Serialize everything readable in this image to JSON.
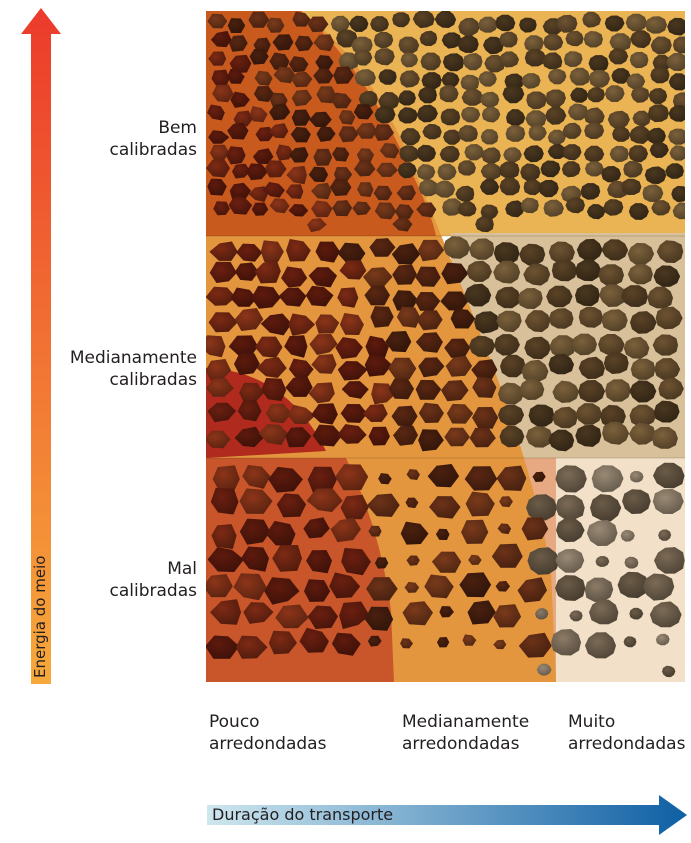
{
  "axes": {
    "vertical_label": "Energia do meio",
    "horizontal_label": "Duração do transporte"
  },
  "rows": [
    {
      "line1": "Bem",
      "line2": "calibradas"
    },
    {
      "line1": "Medianamente",
      "line2": "calibradas"
    },
    {
      "line1": "Mal",
      "line2": "calibradas"
    }
  ],
  "columns": [
    {
      "line1": "Pouco",
      "line2": "arredondadas"
    },
    {
      "line1": "Medianamente",
      "line2": "arredondadas"
    },
    {
      "line1": "Muito",
      "line2": "arredondadas"
    }
  ],
  "colors": {
    "energy_arrow_top": "#ec3a2b",
    "energy_arrow_bottom": "#f6a93b",
    "transport_arrow_start": "#cfe7ef",
    "transport_arrow_end": "#0e5fa4",
    "zone_angular": "#c85a1e",
    "zone_subrounded": "#e3963e",
    "zone_rounded_top": "#eab455",
    "zone_rounded_mid": "#d8c09a",
    "zone_rounded_bottom": "#f2e0c8",
    "zone_mid_bottom": "#e7a982",
    "zone_deep_red": "#b02a1d"
  }
}
